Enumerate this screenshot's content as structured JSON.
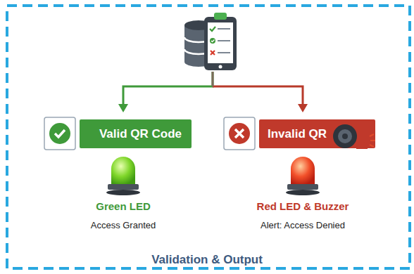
{
  "diagram": {
    "title": "Validation & Output",
    "nodes": [
      {
        "text": [
          "Valid QR Code"
        ]
      },
      {
        "text": [
          "Invalid QR"
        ]
      }
    ],
    "labels": [
      "Green LED",
      "Access Granted",
      "Red LED & Buzzer",
      "Alert: Access Denied"
    ]
  }
}
